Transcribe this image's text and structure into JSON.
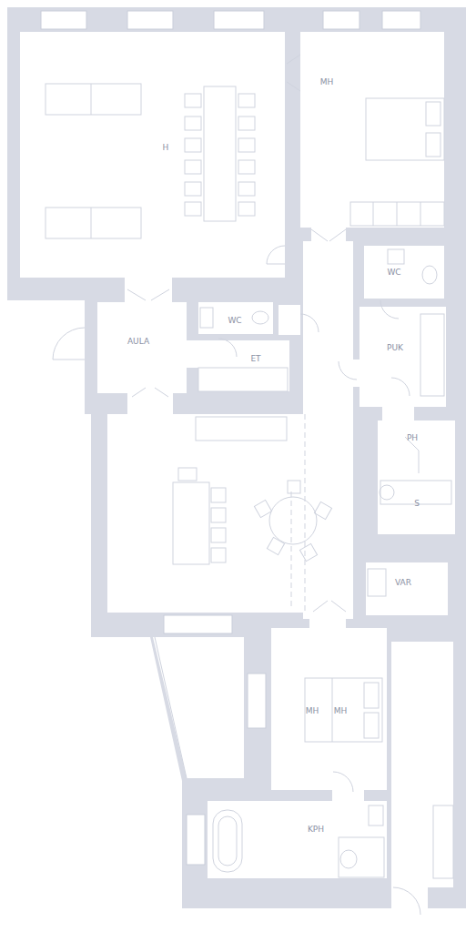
{
  "diagram": {
    "labels": [
      "H",
      "MH",
      "WC",
      "AULA",
      "WC",
      "ET",
      "PUK",
      "PH",
      "S",
      "VAR",
      "MH",
      "MH",
      "KPH"
    ]
  }
}
